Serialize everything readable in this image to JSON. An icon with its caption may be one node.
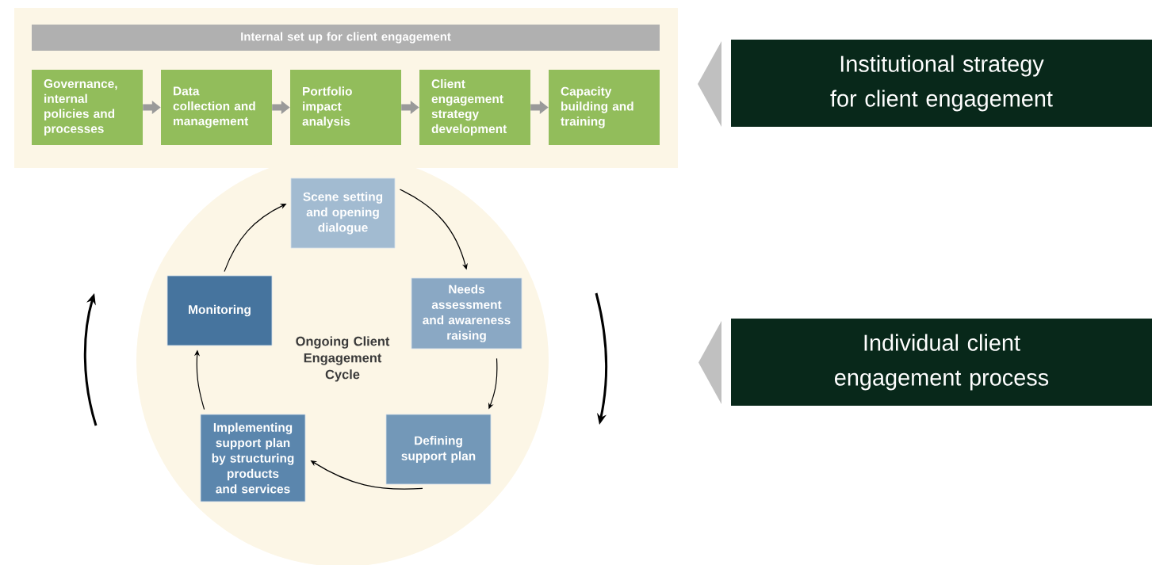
{
  "diagram": {
    "nodes": [
      {
        "text": [
          "Internal set up for client engagement"
        ]
      },
      {
        "text": [
          "Governance, internal policies and processes"
        ]
      },
      {
        "text": [
          "Data collection and management"
        ]
      },
      {
        "text": [
          "Portfolio impact analysis"
        ]
      },
      {
        "text": [
          "Client engagement strategy development"
        ]
      },
      {
        "text": [
          "Capacity building and training"
        ]
      },
      {
        "text": [
          "Ongoing Client Engagement Cycle"
        ]
      },
      {
        "text": [
          "Scene setting and opening dialogue"
        ],
        "in": 6
      },
      {
        "text": [
          "Needs assessment and awareness raising"
        ],
        "in": 6
      },
      {
        "text": [
          "Defining support plan"
        ],
        "in": 6
      },
      {
        "text": [
          "Implementing support plan by structuring products and services"
        ],
        "in": 6
      },
      {
        "text": [
          "Monitoring"
        ],
        "in": 6
      },
      {
        "text": [
          "Institutional strategy for client engagement"
        ]
      },
      {
        "text": [
          "Individual client engagement process"
        ]
      },
      {
        "text": [],
        "shape": "triangle"
      },
      {
        "text": [],
        "shape": "triangle"
      }
    ],
    "edges": [
      {
        "from": 1,
        "to": 2,
        "arrow": "to",
        "style": "thick",
        "color": "#9a9a9a"
      },
      {
        "from": 2,
        "to": 3,
        "arrow": "to",
        "style": "thick",
        "color": "#9a9a9a"
      },
      {
        "from": 3,
        "to": 4,
        "arrow": "to",
        "style": "thick",
        "color": "#9a9a9a"
      },
      {
        "from": 4,
        "to": 5,
        "arrow": "to",
        "style": "thick",
        "color": "#9a9a9a"
      },
      {
        "from": 7,
        "to": 8,
        "arrow": "to"
      },
      {
        "from": 8,
        "to": 9,
        "arrow": "to"
      },
      {
        "from": 9,
        "to": 10,
        "arrow": "to"
      },
      {
        "from": 10,
        "to": 11,
        "arrow": "to"
      },
      {
        "from": 11,
        "to": 7,
        "arrow": "to"
      }
    ]
  }
}
